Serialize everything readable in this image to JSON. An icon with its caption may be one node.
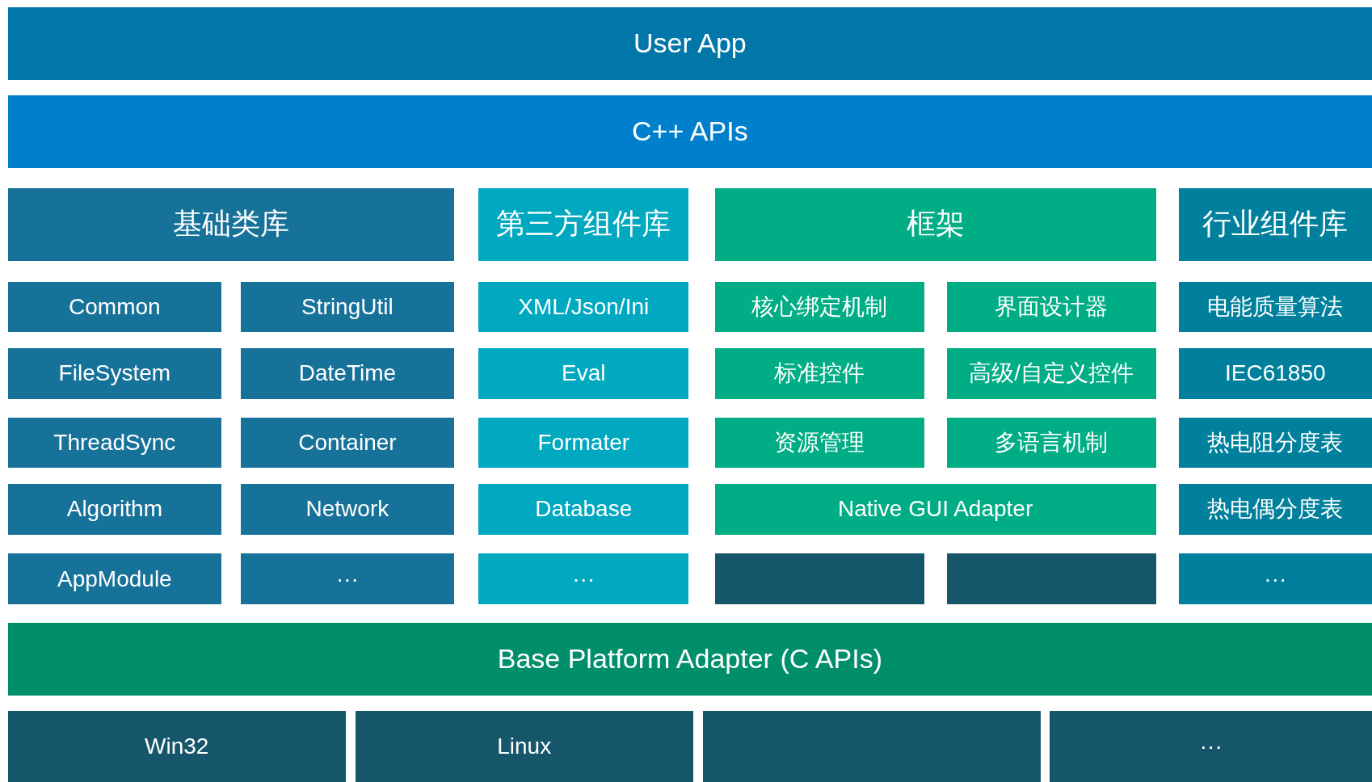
{
  "diagram": {
    "nodes": [
      {
        "text": [
          "User App"
        ]
      },
      {
        "text": [
          "C++ APIs"
        ]
      },
      {
        "text": [
          "基础类库"
        ]
      },
      {
        "text": [
          "第三方组件库"
        ]
      },
      {
        "text": [
          "框架"
        ]
      },
      {
        "text": [
          "行业组件库"
        ]
      },
      {
        "text": [
          "Common"
        ]
      },
      {
        "text": [
          "StringUtil"
        ]
      },
      {
        "text": [
          "XML/Json/Ini"
        ]
      },
      {
        "text": [
          "核心绑定机制"
        ]
      },
      {
        "text": [
          "界面设计器"
        ]
      },
      {
        "text": [
          "电能质量算法"
        ]
      },
      {
        "text": [
          "FileSystem"
        ]
      },
      {
        "text": [
          "DateTime"
        ]
      },
      {
        "text": [
          "Eval"
        ]
      },
      {
        "text": [
          "标准控件"
        ]
      },
      {
        "text": [
          "高级/自定义控件"
        ]
      },
      {
        "text": [
          "IEC61850"
        ]
      },
      {
        "text": [
          "ThreadSync"
        ]
      },
      {
        "text": [
          "Container"
        ]
      },
      {
        "text": [
          "Formater"
        ]
      },
      {
        "text": [
          "资源管理"
        ]
      },
      {
        "text": [
          "多语言机制"
        ]
      },
      {
        "text": [
          "热电阻分度表"
        ]
      },
      {
        "text": [
          "Algorithm"
        ]
      },
      {
        "text": [
          "Network"
        ]
      },
      {
        "text": [
          "Database"
        ]
      },
      {
        "text": [
          "Native GUI Adapter"
        ]
      },
      {
        "text": [
          "热电偶分度表"
        ]
      },
      {
        "text": [
          "AppModule"
        ]
      },
      {
        "text": [
          "···"
        ]
      },
      {
        "text": [
          "···"
        ]
      },
      {
        "text": [],
        "shape": "box"
      },
      {
        "text": [],
        "shape": "box"
      },
      {
        "text": [
          "···"
        ]
      },
      {
        "text": [
          "Base Platform Adapter (C APIs)"
        ]
      },
      {
        "text": [
          "Win32"
        ]
      },
      {
        "text": [
          "Linux"
        ]
      },
      {
        "text": [],
        "shape": "box"
      },
      {
        "text": [
          "···"
        ]
      }
    ],
    "edges": []
  }
}
